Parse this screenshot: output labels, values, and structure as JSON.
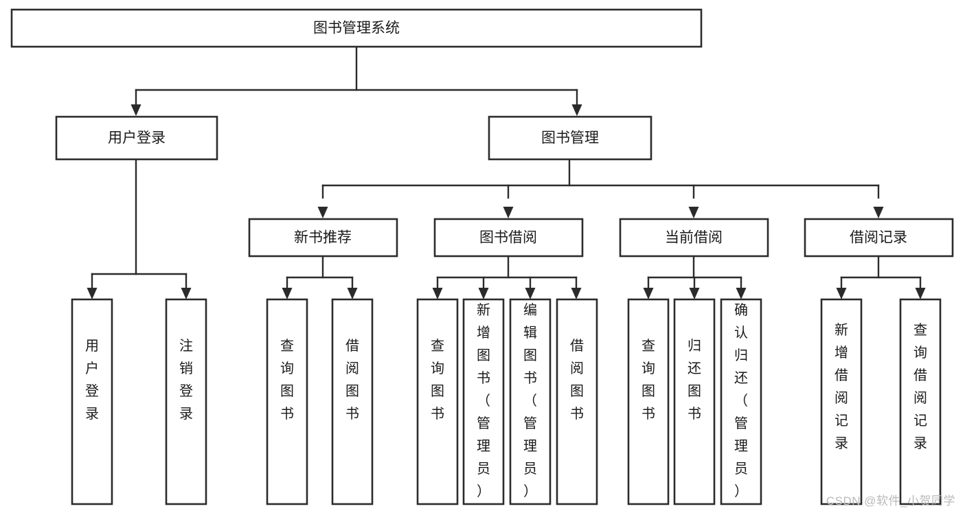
{
  "diagram": {
    "type": "tree",
    "title": "图书管理系统",
    "watermark": "CSDN @软件_小贺同学",
    "colors": {
      "background": "#ffffff",
      "stroke": "#2b2b2b",
      "box_fill": "#ffffff",
      "text": "#1a1a1a",
      "watermark": "#b9b9b9"
    },
    "root": {
      "label": "图书管理系统"
    },
    "level2": [
      {
        "label": "用户登录"
      },
      {
        "label": "图书管理"
      }
    ],
    "level3": [
      {
        "label": "新书推荐"
      },
      {
        "label": "图书借阅"
      },
      {
        "label": "当前借阅"
      },
      {
        "label": "借阅记录"
      }
    ],
    "leaves": {
      "user_login": [
        {
          "label": "用户登录"
        },
        {
          "label": "注销登录"
        }
      ],
      "new_book_recommend": [
        {
          "label": "查询图书"
        },
        {
          "label": "借阅图书"
        }
      ],
      "book_borrow": [
        {
          "label": "查询图书"
        },
        {
          "label": "新增图书（管理员）"
        },
        {
          "label": "编辑图书（管理员）"
        },
        {
          "label": "借阅图书"
        }
      ],
      "current_borrow": [
        {
          "label": "查询图书"
        },
        {
          "label": "归还图书"
        },
        {
          "label": "确认归还（管理员）"
        }
      ],
      "borrow_record": [
        {
          "label": "新增借阅记录"
        },
        {
          "label": "查询借阅记录"
        }
      ]
    }
  }
}
